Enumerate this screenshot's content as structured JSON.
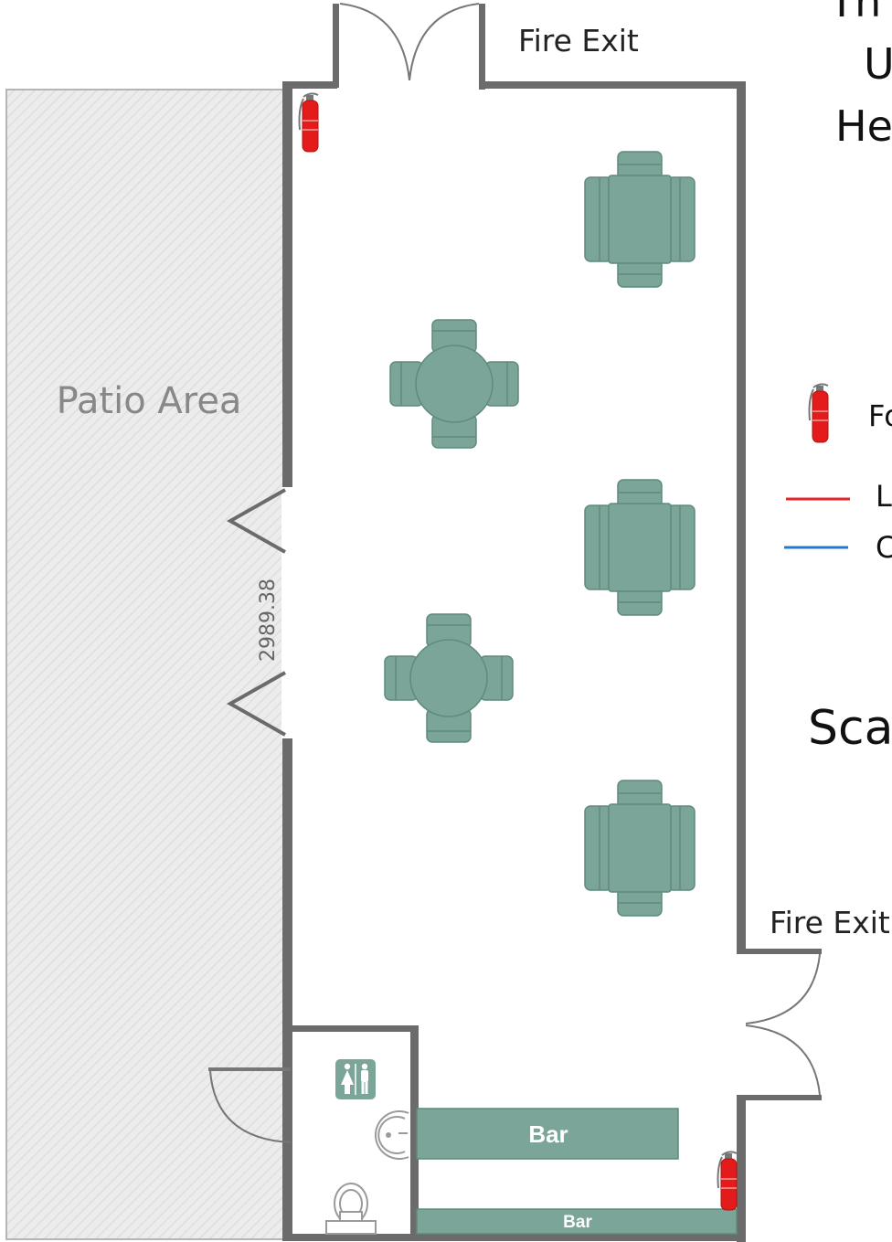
{
  "plan": {
    "patio_label": "Patio Area",
    "fire_exit_top": "Fire Exit",
    "fire_exit_right": "Fire Exit",
    "dimension": "2989.38",
    "bar_main": "Bar",
    "bar_lower": "Bar"
  },
  "side": {
    "title_line1": "Th",
    "title_line2": "U",
    "title_line3": "He",
    "legend_extinguisher": "Fo",
    "legend_red_line": "L",
    "legend_blue_line": "C",
    "scale_label": "Sca"
  },
  "colors": {
    "wall": "#6b6b6b",
    "furniture": "#7aa598",
    "furniture_edge": "#5f8a7e",
    "extinguisher": "#e31b1b",
    "legend_red": "#e8242a",
    "legend_blue": "#2878c8",
    "patio_fill": "#ececec"
  },
  "icons": [
    "fire-extinguisher-icon",
    "restroom-icon",
    "sink-icon",
    "toilet-icon"
  ]
}
